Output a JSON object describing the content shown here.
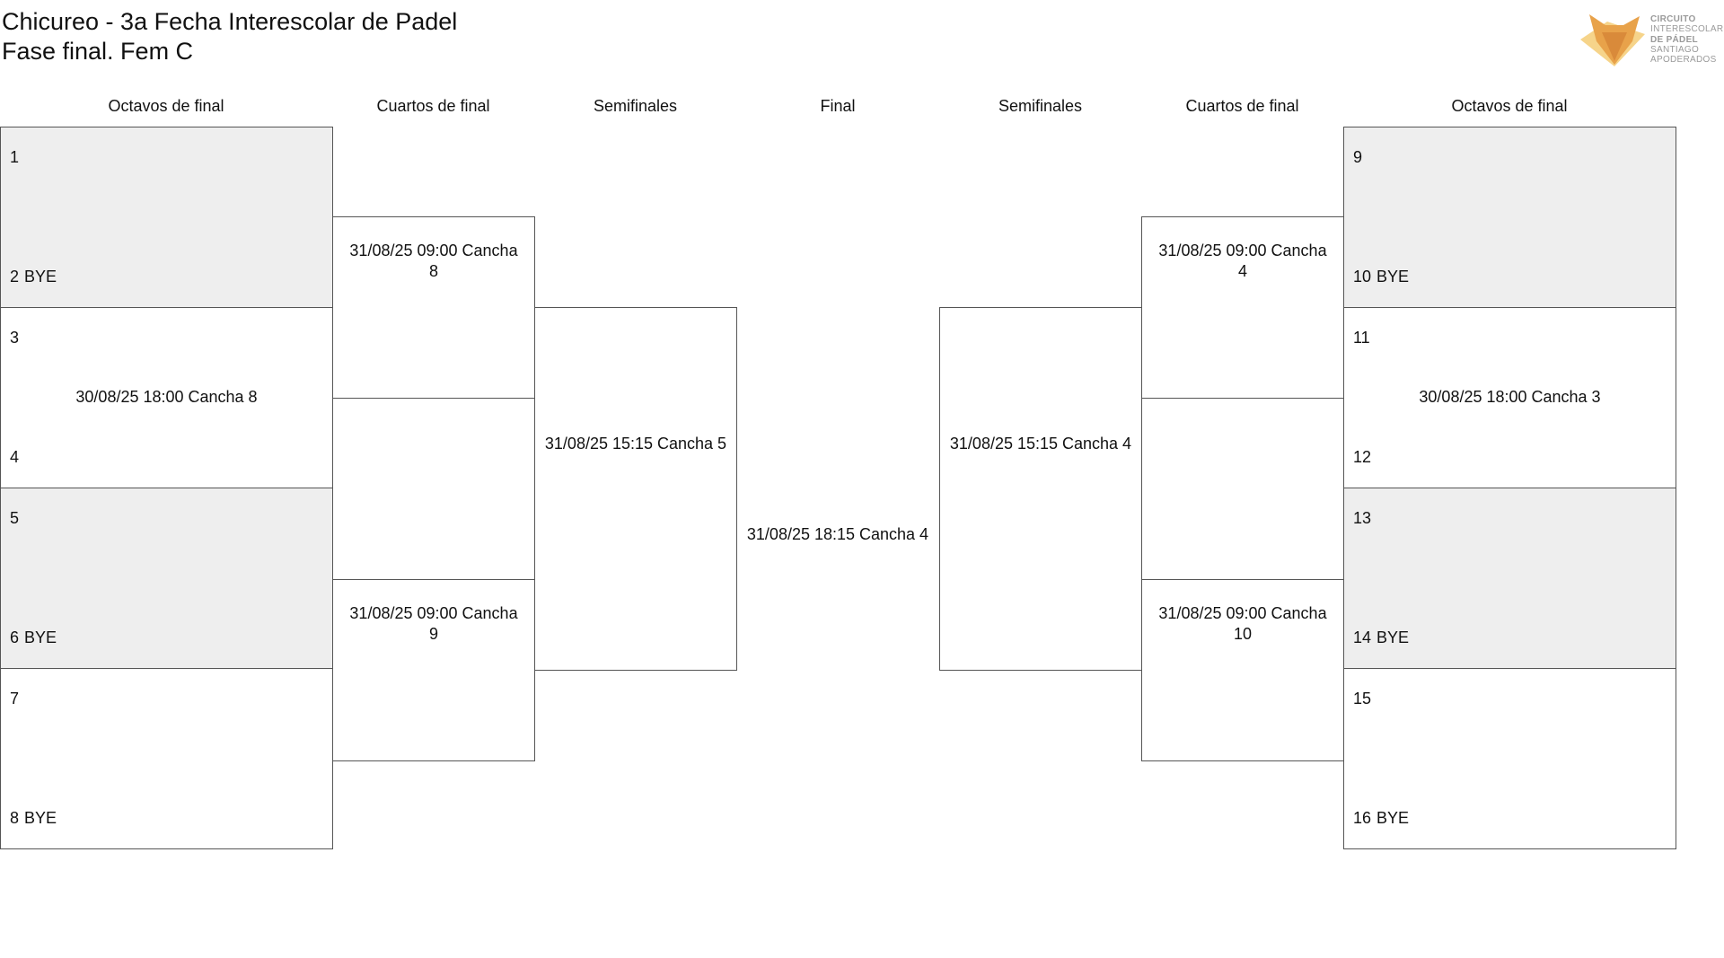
{
  "title": {
    "line1": "Chicureo - 3a Fecha Interescolar de Padel",
    "line2": "Fase final. Fem C"
  },
  "logo": {
    "line1": "CIRCUITO",
    "line2": "INTERESCOLAR",
    "line3": "DE PÁDEL",
    "line4": "SANTIAGO",
    "line5": "APODERADOS"
  },
  "headers": {
    "octavos_left": "Octavos de final",
    "cuartos_left": "Cuartos de final",
    "semis_left": "Semifinales",
    "final": "Final",
    "semis_right": "Semifinales",
    "cuartos_right": "Cuartos de final",
    "octavos_right": "Octavos de final"
  },
  "octavos": [
    {
      "top": {
        "num": "1",
        "name": ""
      },
      "bottom": {
        "num": "2",
        "name": "BYE"
      },
      "schedule": ""
    },
    {
      "top": {
        "num": "3",
        "name": ""
      },
      "bottom": {
        "num": "4",
        "name": ""
      },
      "schedule": "30/08/25 18:00 Cancha 8"
    },
    {
      "top": {
        "num": "5",
        "name": ""
      },
      "bottom": {
        "num": "6",
        "name": "BYE"
      },
      "schedule": ""
    },
    {
      "top": {
        "num": "7",
        "name": ""
      },
      "bottom": {
        "num": "8",
        "name": "BYE"
      },
      "schedule": ""
    },
    {
      "top": {
        "num": "9",
        "name": ""
      },
      "bottom": {
        "num": "10",
        "name": "BYE"
      },
      "schedule": ""
    },
    {
      "top": {
        "num": "11",
        "name": ""
      },
      "bottom": {
        "num": "12",
        "name": ""
      },
      "schedule": "30/08/25 18:00 Cancha 3"
    },
    {
      "top": {
        "num": "13",
        "name": ""
      },
      "bottom": {
        "num": "14",
        "name": "BYE"
      },
      "schedule": ""
    },
    {
      "top": {
        "num": "15",
        "name": ""
      },
      "bottom": {
        "num": "16",
        "name": "BYE"
      },
      "schedule": ""
    }
  ],
  "cuartos": [
    {
      "line1": "31/08/25 09:00 Cancha",
      "line2": "8"
    },
    {
      "line1": "31/08/25 09:00 Cancha",
      "line2": "9"
    },
    {
      "line1": "31/08/25 09:00 Cancha",
      "line2": "4"
    },
    {
      "line1": "31/08/25 09:00 Cancha",
      "line2": "10"
    }
  ],
  "semis": [
    {
      "schedule": "31/08/25 15:15 Cancha 5"
    },
    {
      "schedule": "31/08/25 15:15 Cancha 4"
    }
  ],
  "final": {
    "schedule": "31/08/25 18:15 Cancha 4"
  }
}
